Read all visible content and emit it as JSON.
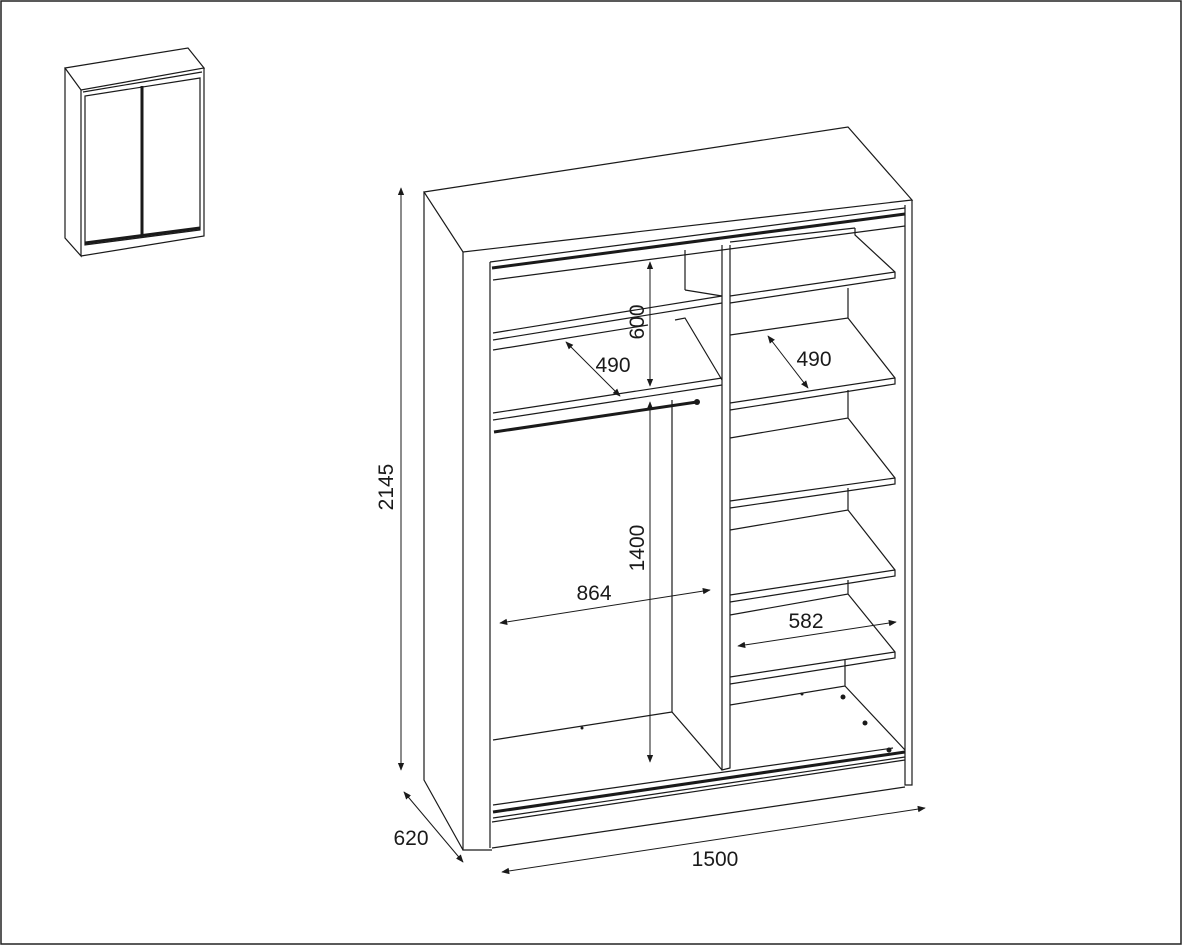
{
  "dimensions": {
    "height": "2145",
    "depth": "620",
    "width": "1500",
    "top_compartment_height": "600",
    "left_shelf_depth": "490",
    "right_shelf_depth": "490",
    "hanging_height": "1400",
    "left_compartment_width": "864",
    "right_compartment_width": "582"
  }
}
